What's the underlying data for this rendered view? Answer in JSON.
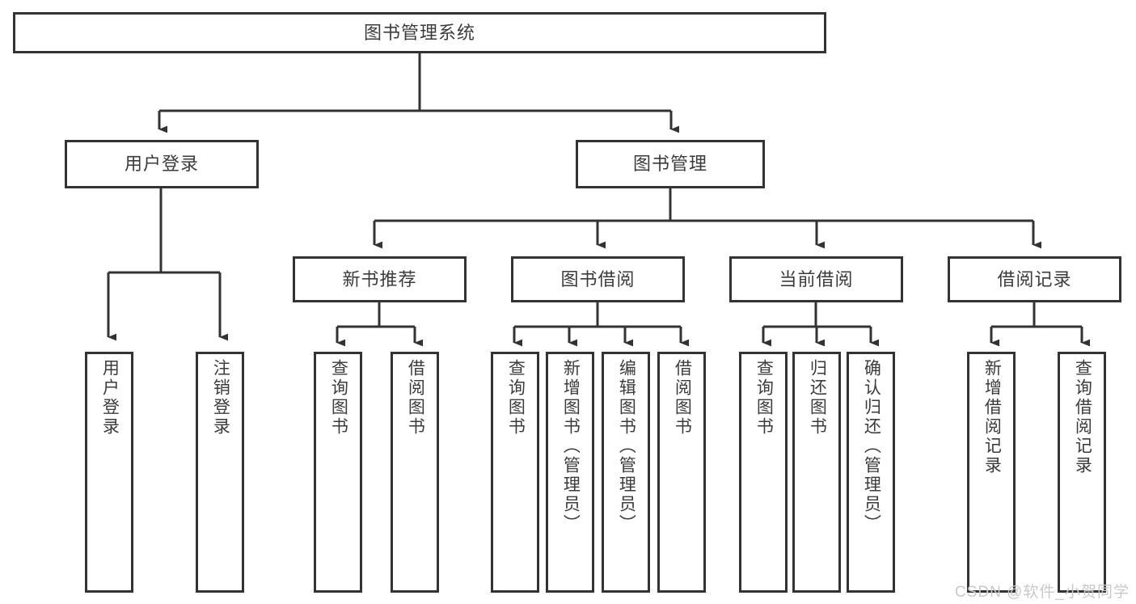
{
  "diagram": {
    "type": "tree",
    "title": "图书管理系统",
    "watermark": "CSDN @软件_小贺同学",
    "colors": {
      "background": "#ffffff",
      "stroke": "#333333",
      "text": "#3b3b3b",
      "watermark": "#c9c9c9"
    },
    "levels": {
      "root": {
        "label": "图书管理系统"
      },
      "level2": [
        {
          "id": "user-login",
          "label": "用户登录"
        },
        {
          "id": "book-manage",
          "label": "图书管理"
        }
      ],
      "level3": [
        {
          "id": "new-book-recommend",
          "label": "新书推荐",
          "parent": "book-manage"
        },
        {
          "id": "book-borrow",
          "label": "图书借阅",
          "parent": "book-manage"
        },
        {
          "id": "current-borrow",
          "label": "当前借阅",
          "parent": "book-manage"
        },
        {
          "id": "borrow-record",
          "label": "借阅记录",
          "parent": "book-manage"
        }
      ],
      "leaves": [
        {
          "id": "leaf-user-login",
          "label": "用户登录",
          "parent": "user-login"
        },
        {
          "id": "leaf-logout-login",
          "label": "注销登录",
          "parent": "user-login"
        },
        {
          "id": "leaf-query-book-1",
          "label": "查询图书",
          "parent": "new-book-recommend"
        },
        {
          "id": "leaf-borrow-book-1",
          "label": "借阅图书",
          "parent": "new-book-recommend"
        },
        {
          "id": "leaf-query-book-2",
          "label": "查询图书",
          "parent": "book-borrow"
        },
        {
          "id": "leaf-add-book",
          "label": "新增图书（管理员）",
          "parent": "book-borrow"
        },
        {
          "id": "leaf-edit-book",
          "label": "编辑图书（管理员）",
          "parent": "book-borrow"
        },
        {
          "id": "leaf-borrow-book-2",
          "label": "借阅图书",
          "parent": "book-borrow"
        },
        {
          "id": "leaf-query-book-3",
          "label": "查询图书",
          "parent": "current-borrow"
        },
        {
          "id": "leaf-return-book",
          "label": "归还图书",
          "parent": "current-borrow"
        },
        {
          "id": "leaf-confirm-return",
          "label": "确认归还（管理员）",
          "parent": "current-borrow"
        },
        {
          "id": "leaf-add-record",
          "label": "新增借阅记录",
          "parent": "borrow-record"
        },
        {
          "id": "leaf-query-record",
          "label": "查询借阅记录",
          "parent": "borrow-record"
        }
      ]
    }
  }
}
